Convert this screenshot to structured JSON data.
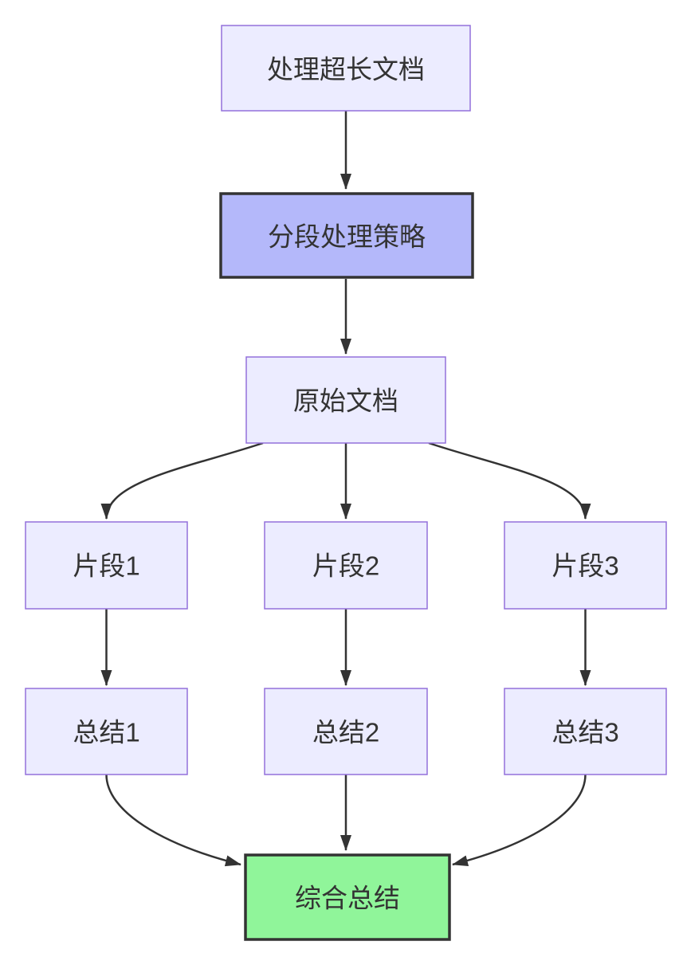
{
  "diagram": {
    "type": "flowchart",
    "direction": "top-down",
    "nodes": [
      {
        "id": "process_long_document",
        "label": "处理超长文档",
        "style": "default"
      },
      {
        "id": "segmentation_strategy",
        "label": "分段处理策略",
        "style": "strategy"
      },
      {
        "id": "original_document",
        "label": "原始文档",
        "style": "default"
      },
      {
        "id": "fragment_1",
        "label": "片段1",
        "style": "default"
      },
      {
        "id": "fragment_2",
        "label": "片段2",
        "style": "default"
      },
      {
        "id": "fragment_3",
        "label": "片段3",
        "style": "default"
      },
      {
        "id": "summary_1",
        "label": "总结1",
        "style": "default"
      },
      {
        "id": "summary_2",
        "label": "总结2",
        "style": "default"
      },
      {
        "id": "summary_3",
        "label": "总结3",
        "style": "default"
      }
    ],
    "result_node": {
      "id": "final_summary",
      "label": "综合总结",
      "style": "result"
    },
    "edges": [
      {
        "from": "process_long_document",
        "to": "segmentation_strategy"
      },
      {
        "from": "segmentation_strategy",
        "to": "original_document"
      },
      {
        "from": "original_document",
        "to": "fragment_1"
      },
      {
        "from": "original_document",
        "to": "fragment_2"
      },
      {
        "from": "original_document",
        "to": "fragment_3"
      },
      {
        "from": "fragment_1",
        "to": "summary_1"
      },
      {
        "from": "fragment_2",
        "to": "summary_2"
      },
      {
        "from": "fragment_3",
        "to": "summary_3"
      },
      {
        "from": "summary_1",
        "to": "final_summary"
      },
      {
        "from": "summary_2",
        "to": "final_summary"
      },
      {
        "from": "summary_3",
        "to": "final_summary"
      }
    ],
    "colors": {
      "background": "#FFFFFF",
      "node_fill": "#ECECFF",
      "node_border": "#9370DB",
      "strategy_fill": "#B4B8FA",
      "result_fill": "#90F59A",
      "emphasis_border": "#333333",
      "text": "#333333",
      "edge": "#333333"
    }
  }
}
